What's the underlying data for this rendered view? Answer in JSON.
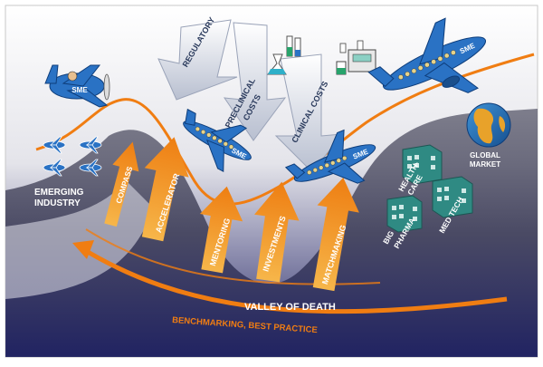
{
  "labels": {
    "regulatory": "REGULATORY",
    "preclinical_line1": "PRECLINICAL",
    "preclinical_line2": "COSTS",
    "clinical": "CLINICAL COSTS",
    "emerging_line1": "EMERGING",
    "emerging_line2": "INDUSTRY",
    "compass": "COMPASS",
    "accelerator": "ACCELERATOR",
    "mentoring": "MENTORING",
    "investments": "INVESTMENTS",
    "matchmaking": "MATCHMAKING",
    "valley": "VALLEY OF DEATH",
    "benchmarking": "BENCHMARKING, BEST PRACTICE",
    "global_line1": "GLOBAL",
    "global_line2": "MARKET",
    "healthcare_line1": "HEALTH-",
    "healthcare_line2": "CARE",
    "medtech": "MED TECH",
    "bigpharma_line1": "BIG",
    "bigpharma_line2": "PHARMA",
    "plane_label": "SME"
  },
  "colors": {
    "frame_border": "#c8c8c8",
    "sky_top": "#ffffff",
    "sky_mid": "#c9c9d4",
    "valley_dark": "#2c2f6b",
    "orange": "#f07d12",
    "arrow_orange": "#f39a1e",
    "gray_arrow": "#c3c7d2",
    "plane_blue": "#2a72c4",
    "globe_blue": "#1e6fb6",
    "globe_land": "#e8a22a",
    "building_teal": "#2f8a83"
  }
}
